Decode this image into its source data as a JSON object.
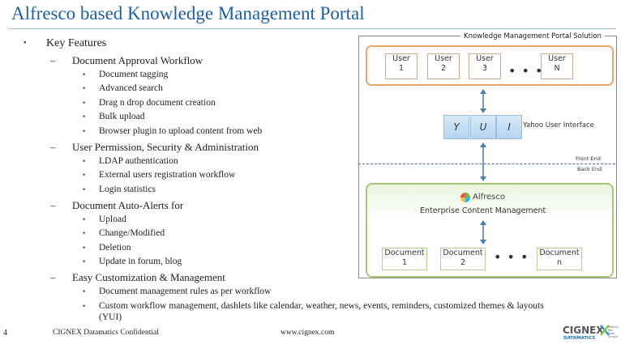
{
  "slide": {
    "title": "Alfresco based Knowledge Management Portal",
    "page_number": "4"
  },
  "outline": {
    "key_features": "Key Features",
    "sections": [
      {
        "heading": "Document Approval Workflow",
        "items": [
          "Document tagging",
          "Advanced search",
          "Drag n drop document creation",
          "Bulk upload",
          "Browser plugin to upload content from web"
        ]
      },
      {
        "heading": "User Permission, Security & Administration",
        "items": [
          "LDAP authentication",
          "External users registration workflow",
          "Login statistics"
        ]
      },
      {
        "heading": "Document Auto-Alerts for",
        "items": [
          "Upload",
          "Change/Modified",
          "Deletion",
          "Update in forum, blog"
        ]
      },
      {
        "heading": "Easy Customization & Management",
        "items": [
          "Document management rules as per workflow",
          "Custom workflow management, dashlets like calendar, weather, news, events, reminders, customized themes & layouts",
          "(YUI)"
        ]
      }
    ]
  },
  "diagram": {
    "title": "Knowledge Management Portal Solution",
    "users": [
      {
        "label": "User",
        "num": "1"
      },
      {
        "label": "User",
        "num": "2"
      },
      {
        "label": "User",
        "num": "3"
      },
      {
        "label": "User",
        "num": "N"
      }
    ],
    "dots": "• • •",
    "yui_letters": [
      "Y",
      "U",
      "I"
    ],
    "yui_label": "Yahoo User Interface",
    "front_end": "Front End",
    "back_end": "Back End",
    "alfresco": "Alfresco",
    "ecm": "Enterprise Content Management",
    "documents": [
      {
        "label": "Document",
        "num": "1"
      },
      {
        "label": "Document",
        "num": "2"
      },
      {
        "label": "Document",
        "num": "n"
      }
    ]
  },
  "footer": {
    "confidential": "CIGNEX Datamatics Confidential",
    "url": "www.cignex.com",
    "logo_text": "CIGNEX",
    "logo_sub": "DATAMATICS",
    "logo_tag": "Making Big Data Simple"
  },
  "colors": {
    "title": "#1f5f9f",
    "users_border": "#e8a868",
    "ecm_border": "#a8c878",
    "yui_fill": "#b4d4ef",
    "arrow": "#4a7ab0"
  }
}
